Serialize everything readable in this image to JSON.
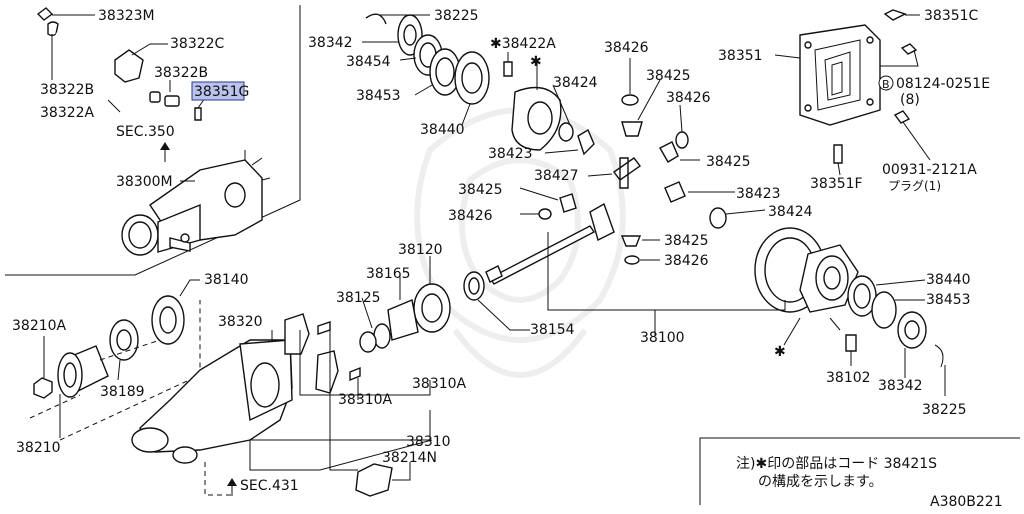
{
  "diagram": {
    "highlight": "#b9c3ee",
    "sections": {
      "sec350": "SEC.350",
      "sec431": "SEC.431"
    },
    "labels": {
      "p38323M": "38323M",
      "p38322C": "38322C",
      "p38322B_left": "38322B",
      "p38322B_right": "38322B",
      "p38322A": "38322A",
      "p38351G": "38351G",
      "p38300M": "38300M",
      "p38225_top": "38225",
      "p38342_top": "38342",
      "p38454": "38454",
      "p38453_top": "38453",
      "p38440_top": "38440",
      "p38422A": "✱38422A",
      "p38424_top": "38424",
      "p38426_a": "38426",
      "p38425_a": "38425",
      "p38426_b": "38426",
      "p38423_top": "38423",
      "p38425_b": "38425",
      "p38427": "38427",
      "p38425_c": "38425",
      "p38426_c": "38426",
      "p38423_mid": "38423",
      "p38424_mid": "38424",
      "p38425_d": "38425",
      "p38426_d": "38426",
      "p38351": "38351",
      "p38351C": "38351C",
      "p08124": "08124-0251E",
      "p08124_qty": "(8)",
      "p38351F": "38351F",
      "p00931": "00931-2121A",
      "p00931_sub": "プラグ(1)",
      "p38140": "38140",
      "p38120": "38120",
      "p38165": "38165",
      "p38125": "38125",
      "p38154": "38154",
      "p38100": "38100",
      "p38440_bot": "38440",
      "p38453_bot": "38453",
      "p38102": "38102",
      "p38342_bot": "38342",
      "p38225_bot": "38225",
      "p38210A": "38210A",
      "p38189": "38189",
      "p38210": "38210",
      "p38320": "38320",
      "p38310A_a": "38310A",
      "p38310A_b": "38310A",
      "p38310": "38310",
      "p38214N": "38214N"
    },
    "symbols": {
      "bolt_circle": "B",
      "asterisk": "✱"
    },
    "note": {
      "line1": "注)✱印の部品はコード 38421S",
      "line2": "の構成を示します。"
    },
    "diagram_id": "A380B221"
  }
}
